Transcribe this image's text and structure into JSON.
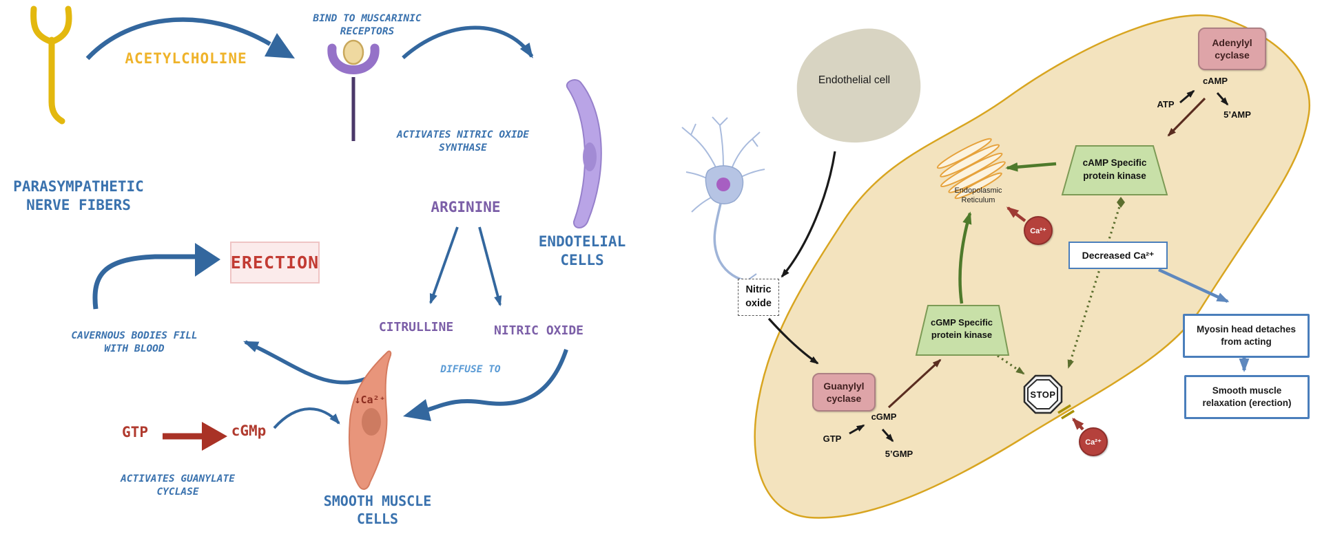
{
  "left": {
    "labels": {
      "parasympathetic": "PARASYMPATHETIC\nNERVE FIBERS",
      "acetylcholine": "ACETYLCHOLINE",
      "bind_muscarinic": "BIND TO MUSCARINIC\nRECEPTORS",
      "activates_nos": "ACTIVATES NITRIC OXIDE\nSYNTHASE",
      "arginine": "ARGININE",
      "citrulline": "CITRULLINE",
      "nitric_oxide": "NITRIC OXIDE",
      "endothelial_cells": "ENDOTELIAL\nCELLS",
      "erection": "ERECTION",
      "cavernous": "CAVERNOUS BODIES FILL\nWITH BLOOD",
      "gtp": "GTP",
      "cgmp": "cGMp",
      "activates_gc": "ACTIVATES GUANYLATE\nCYCLASE",
      "diffuse_to": "DIFFUSE TO",
      "smooth_muscle": "SMOOTH MUSCLE\nCELLS",
      "ca_decrease": "↓Ca²⁺"
    },
    "colors": {
      "label_blue": "#3A72AE",
      "acetylcholine_yellow": "#EFB32A",
      "amino_purple": "#7B5EA7",
      "erection_red": "#C23B33",
      "gtp_red": "#B03A2E",
      "diffuse_light_blue": "#5B9BD5",
      "arrow_blue": "#33679E"
    }
  },
  "right": {
    "labels": {
      "endothelial_cell": "Endothelial cell",
      "nitric_oxide": "Nitric\noxide",
      "adenylyl_cyclase": "Adenylyl\ncyclase",
      "atp": "ATP",
      "camp": "cAMP",
      "five_amp": "5’AMP",
      "camp_kinase": "cAMP Specific\nprotein kinase",
      "endoplasmic_reticulum": "Endopolasmic\nReticulum",
      "ca_inner": "Ca²⁺",
      "decreased_ca": "Decreased Ca²⁺",
      "cgmp_kinase": "cGMP Specific\nprotein kinase",
      "guanylyl_cyclase": "Guanylyl\ncyclase",
      "gtp": "GTP",
      "cgmp": "cGMP",
      "five_gmp": "5’GMP",
      "stop": "STOP",
      "ca_outer": "Ca²⁺",
      "myosin": "Myosin head detaches\nfrom acting",
      "relaxation": "Smooth muscle\nrelaxation (erection)"
    },
    "colors": {
      "cell_fill": "#F3E3BE",
      "cell_border": "#D8A520",
      "kinase_green": "#C8E0A8",
      "enzyme_pink": "#DEA4A8",
      "outcome_box_blue": "#4A7EBB",
      "calcium_red": "#B5413C",
      "arrow_green": "#4E7A2B",
      "arrow_brown": "#5A2D20",
      "dashed_olive": "#5B6E2E",
      "blob_gray": "#D8D4C2"
    }
  }
}
